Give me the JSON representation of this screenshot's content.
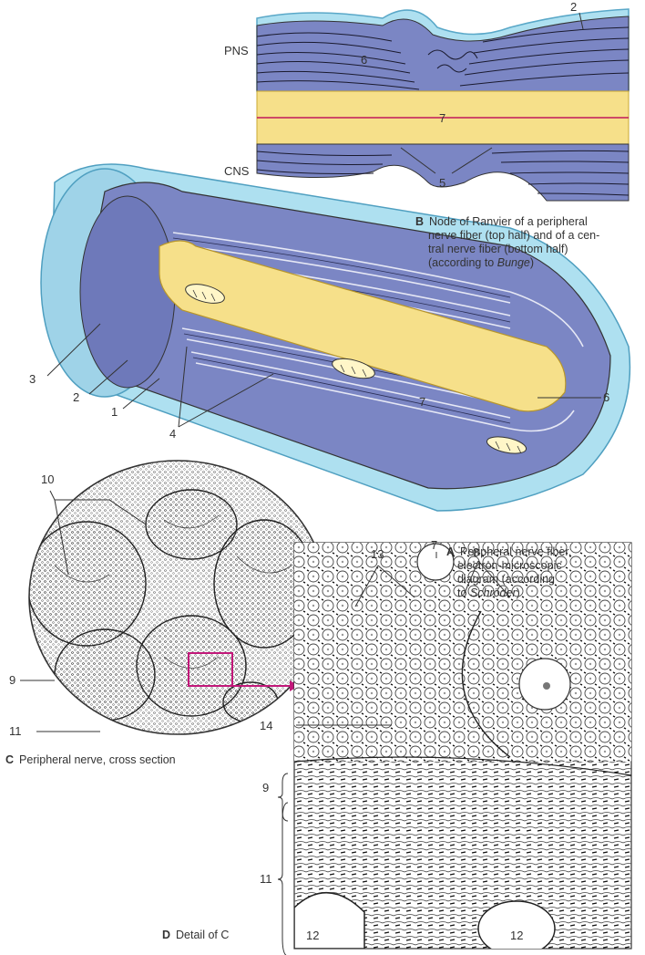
{
  "labels": {
    "pns": "PNS",
    "cns": "CNS",
    "n1": "1",
    "n2": "2",
    "n3": "3",
    "n4": "4",
    "n5": "5",
    "n6": "6",
    "n7": "7",
    "n8": "8",
    "n9": "9",
    "n10": "10",
    "n11": "11",
    "n12": "12",
    "n13": "13",
    "n14": "14"
  },
  "captions": {
    "b": {
      "letter": "B",
      "line1": "Node of Ranvier of a peripheral",
      "line2": "nerve fiber (top half) and of a cen-",
      "line3": "tral nerve fiber (bottom half)",
      "line4_pre": "(according to ",
      "line4_em": "Bunge",
      "line4_post": ")"
    },
    "a": {
      "letter": "A",
      "line1": "Peripheral nerve fiber,",
      "line2": "electron-microscopic",
      "line3": "diagram (according",
      "line4_pre": "to ",
      "line4_em": "Schröder",
      "line4_post": ")"
    },
    "c": {
      "letter": "C",
      "text": "Peripheral nerve, cross section"
    },
    "d": {
      "letter": "D",
      "text": "Detail of C"
    }
  },
  "colors": {
    "myelin_blue": "#7b86c4",
    "myelin_dark": "#4a5496",
    "outer_sheath": "#aee0f0",
    "axon_yellow": "#f6e08a",
    "node_line": "#c0185a",
    "highlight_box": "#c2187a"
  }
}
